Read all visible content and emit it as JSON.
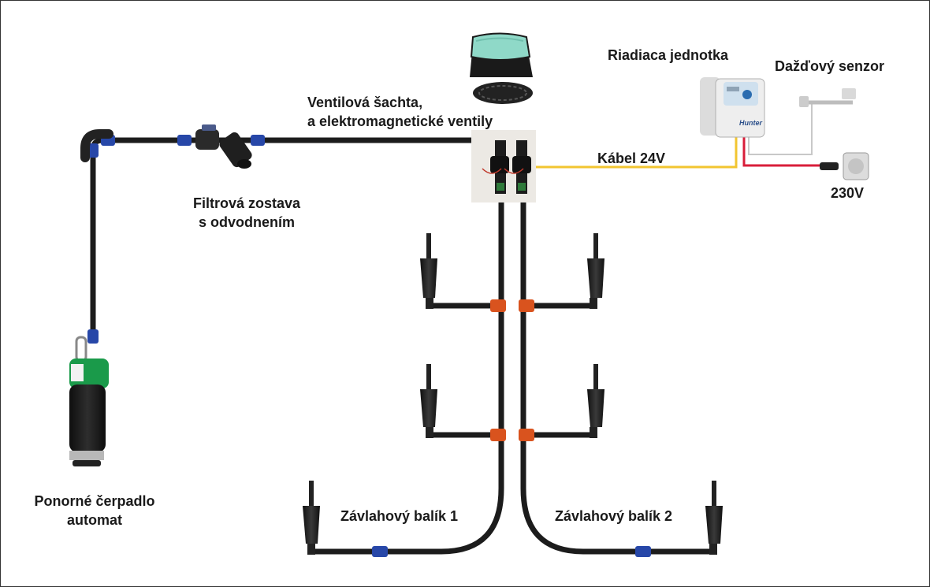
{
  "labels": {
    "valve_box_line1": "Ventilová šachta,",
    "valve_box_line2": "a elektromagnetické ventily",
    "controller": "Riadiaca jednotka",
    "rain_sensor": "Dažďový senzor",
    "cable": "Kábel 24V",
    "voltage": "230V",
    "filter_line1": "Filtrová zostava",
    "filter_line2": "s odvodnením",
    "pump_line1": "Ponorné čerpadlo",
    "pump_line2": "automat",
    "zone1": "Závlahový balík 1",
    "zone2": "Závlahový balík 2"
  },
  "controller_brand": "Hunter",
  "colors": {
    "pipe": "#1c1c1c",
    "coupling": "#2747a8",
    "tee": "#d9531e",
    "cable_24v": "#f2c530",
    "cable_230v": "#d81e3a",
    "pump_green": "#1a9a4a"
  }
}
